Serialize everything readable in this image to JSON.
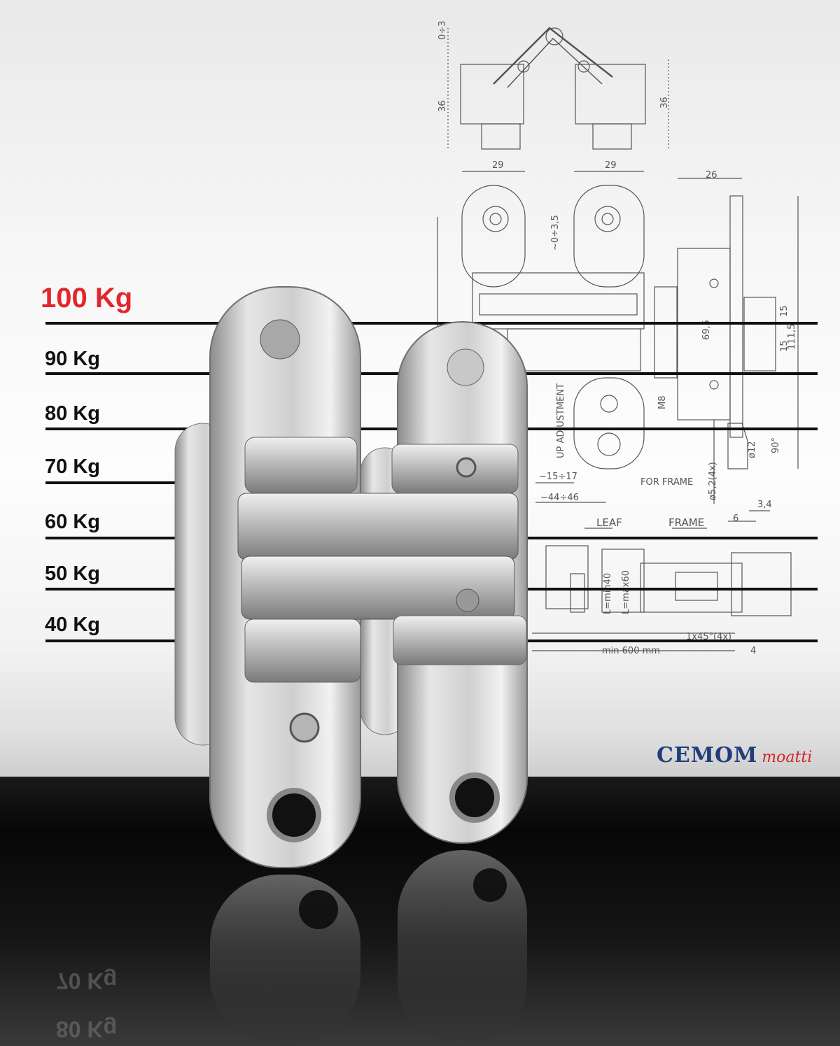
{
  "weights": [
    "100 Kg",
    "90 Kg",
    "80 Kg",
    "70 Kg",
    "60 Kg",
    "50 Kg",
    "40 Kg"
  ],
  "colors": {
    "max_weight": "#e3262b",
    "brand_name": "#1f3d7a",
    "brand_script": "#d0262a"
  },
  "brand": {
    "name": "CEMOM",
    "script": "moatti"
  },
  "drawing": {
    "dim_29": "29",
    "dim_26": "26",
    "dim_69_5": "69,5",
    "dim_111_5": "111,5",
    "dim_15": "15",
    "dim_36": "36",
    "dim_0_3": "0÷3",
    "dim_0_3_5": "~0÷3,5",
    "dim_15_17": "~15÷17",
    "dim_44_46": "~44÷46",
    "for_frame": "FOR FRAME",
    "up_adjustment": "UP ADJUSTMENT",
    "m8": "M8",
    "dim_5_2": "ø5,2(4x)",
    "dim_12": "ø12",
    "dim_90": "90°",
    "dim_3_4": "3,4",
    "dim_6": "6",
    "leaf": "LEAF",
    "frame": "FRAME",
    "min_600": "min 600 mm",
    "dim_1x45": "1x45°(4x)",
    "dim_4": "4",
    "l_min40": "L=min40",
    "l_max60": "L=max60"
  }
}
